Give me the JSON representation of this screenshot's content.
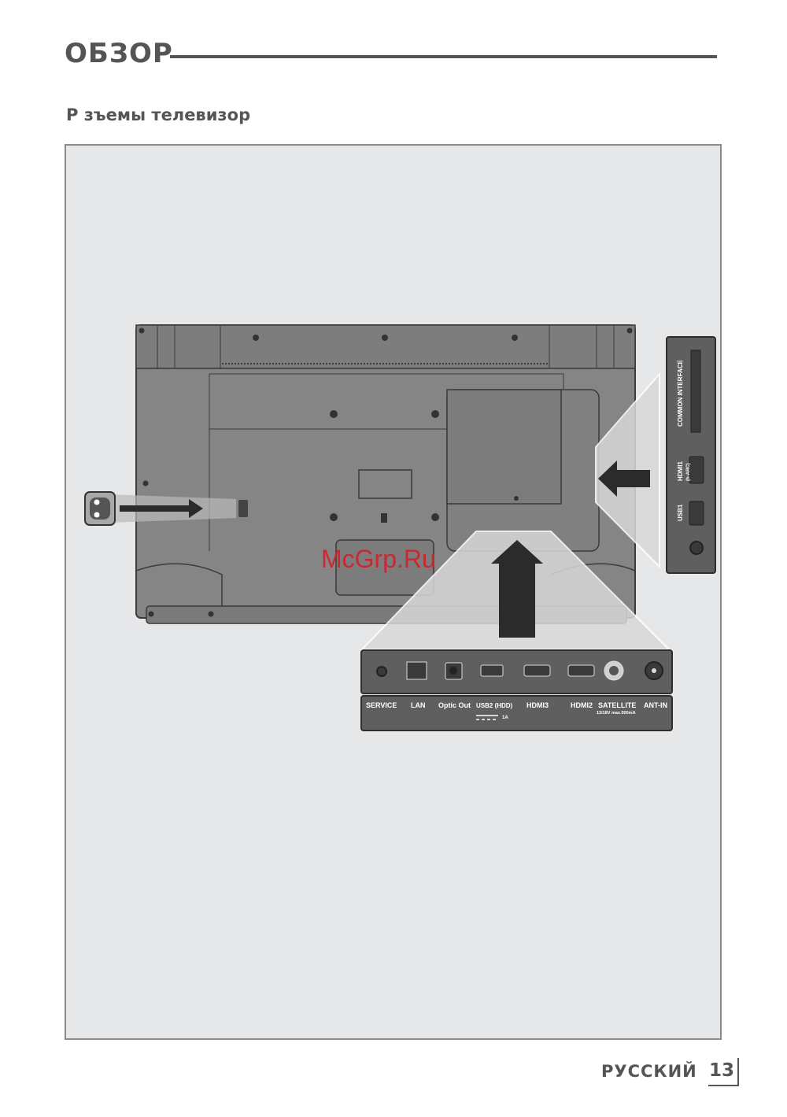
{
  "header": {
    "title": "ОБЗОР"
  },
  "section": {
    "title": "Р   зъемы телевизор"
  },
  "watermark": "McGrp.Ru",
  "side_panel": {
    "common_interface": "COMMON INTERFACE",
    "hdmi1": "HDMI1",
    "hdmi1_sub": "(h-ARC)",
    "usb1": "USB1"
  },
  "bottom_panel": {
    "ports": [
      "SERVICE",
      "LAN",
      "Optic Out",
      "USB2 (HDD)",
      "HDMI3",
      "HDMI2",
      "SATELLITE",
      "ANT-IN"
    ],
    "satellite_sub": "13/18V max.500mA",
    "usb2_sub": "1A"
  },
  "footer": {
    "language": "РУССКИЙ",
    "page_number": "13"
  },
  "colors": {
    "tv_body": "#858585",
    "panel": "#5f5f5f",
    "background": "#e6e7e9",
    "arrow": "#2b2b2b"
  }
}
